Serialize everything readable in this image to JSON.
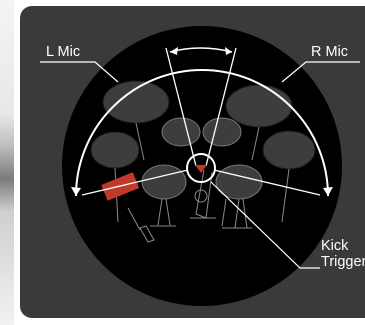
{
  "labels": {
    "left_mic": "L Mic",
    "right_mic": "R Mic",
    "kick_line1": "Kick",
    "kick_line2": "Trigger"
  },
  "colors": {
    "panel": "#3a3a3a",
    "stage": "#000000",
    "drum_fill": "#3d3d3d",
    "line": "#ffffff",
    "highlight": "#c0392b"
  }
}
